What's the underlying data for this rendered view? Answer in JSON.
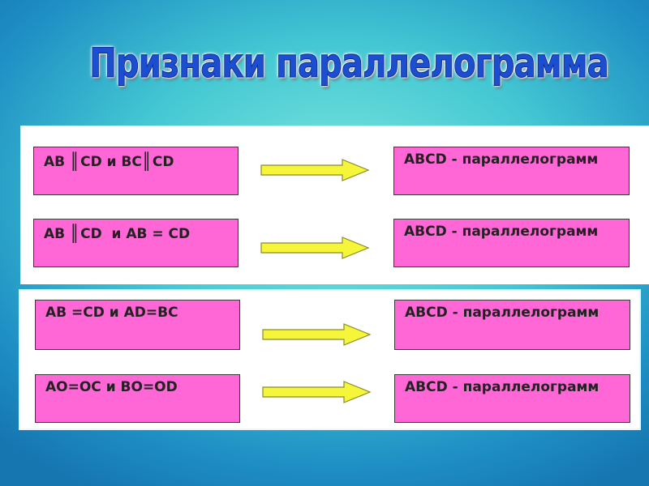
{
  "title": "Признаки параллелограмма",
  "rows": [
    {
      "condition_parts": [
        "AB ",
        "║",
        "CD и BC",
        "║",
        "CD"
      ],
      "result": "ABCD - параллелограмм"
    },
    {
      "condition_parts": [
        "AB ",
        "║",
        "CD  и AB = CD"
      ],
      "result": "ABCD - параллелограмм"
    },
    {
      "condition_parts": [
        "AB =CD и AD=BC"
      ],
      "result": "ABCD - параллелограмм"
    },
    {
      "condition_parts": [
        "AO=OC и BO=OD"
      ],
      "result": "ABCD - параллелограмм"
    }
  ],
  "colors": {
    "box": "#ff66d6",
    "arrow_fill": "#f5f53a",
    "arrow_stroke": "#8a8a2a",
    "title": "#1b4fd0"
  },
  "icons": {
    "arrow": "right-arrow-icon"
  }
}
